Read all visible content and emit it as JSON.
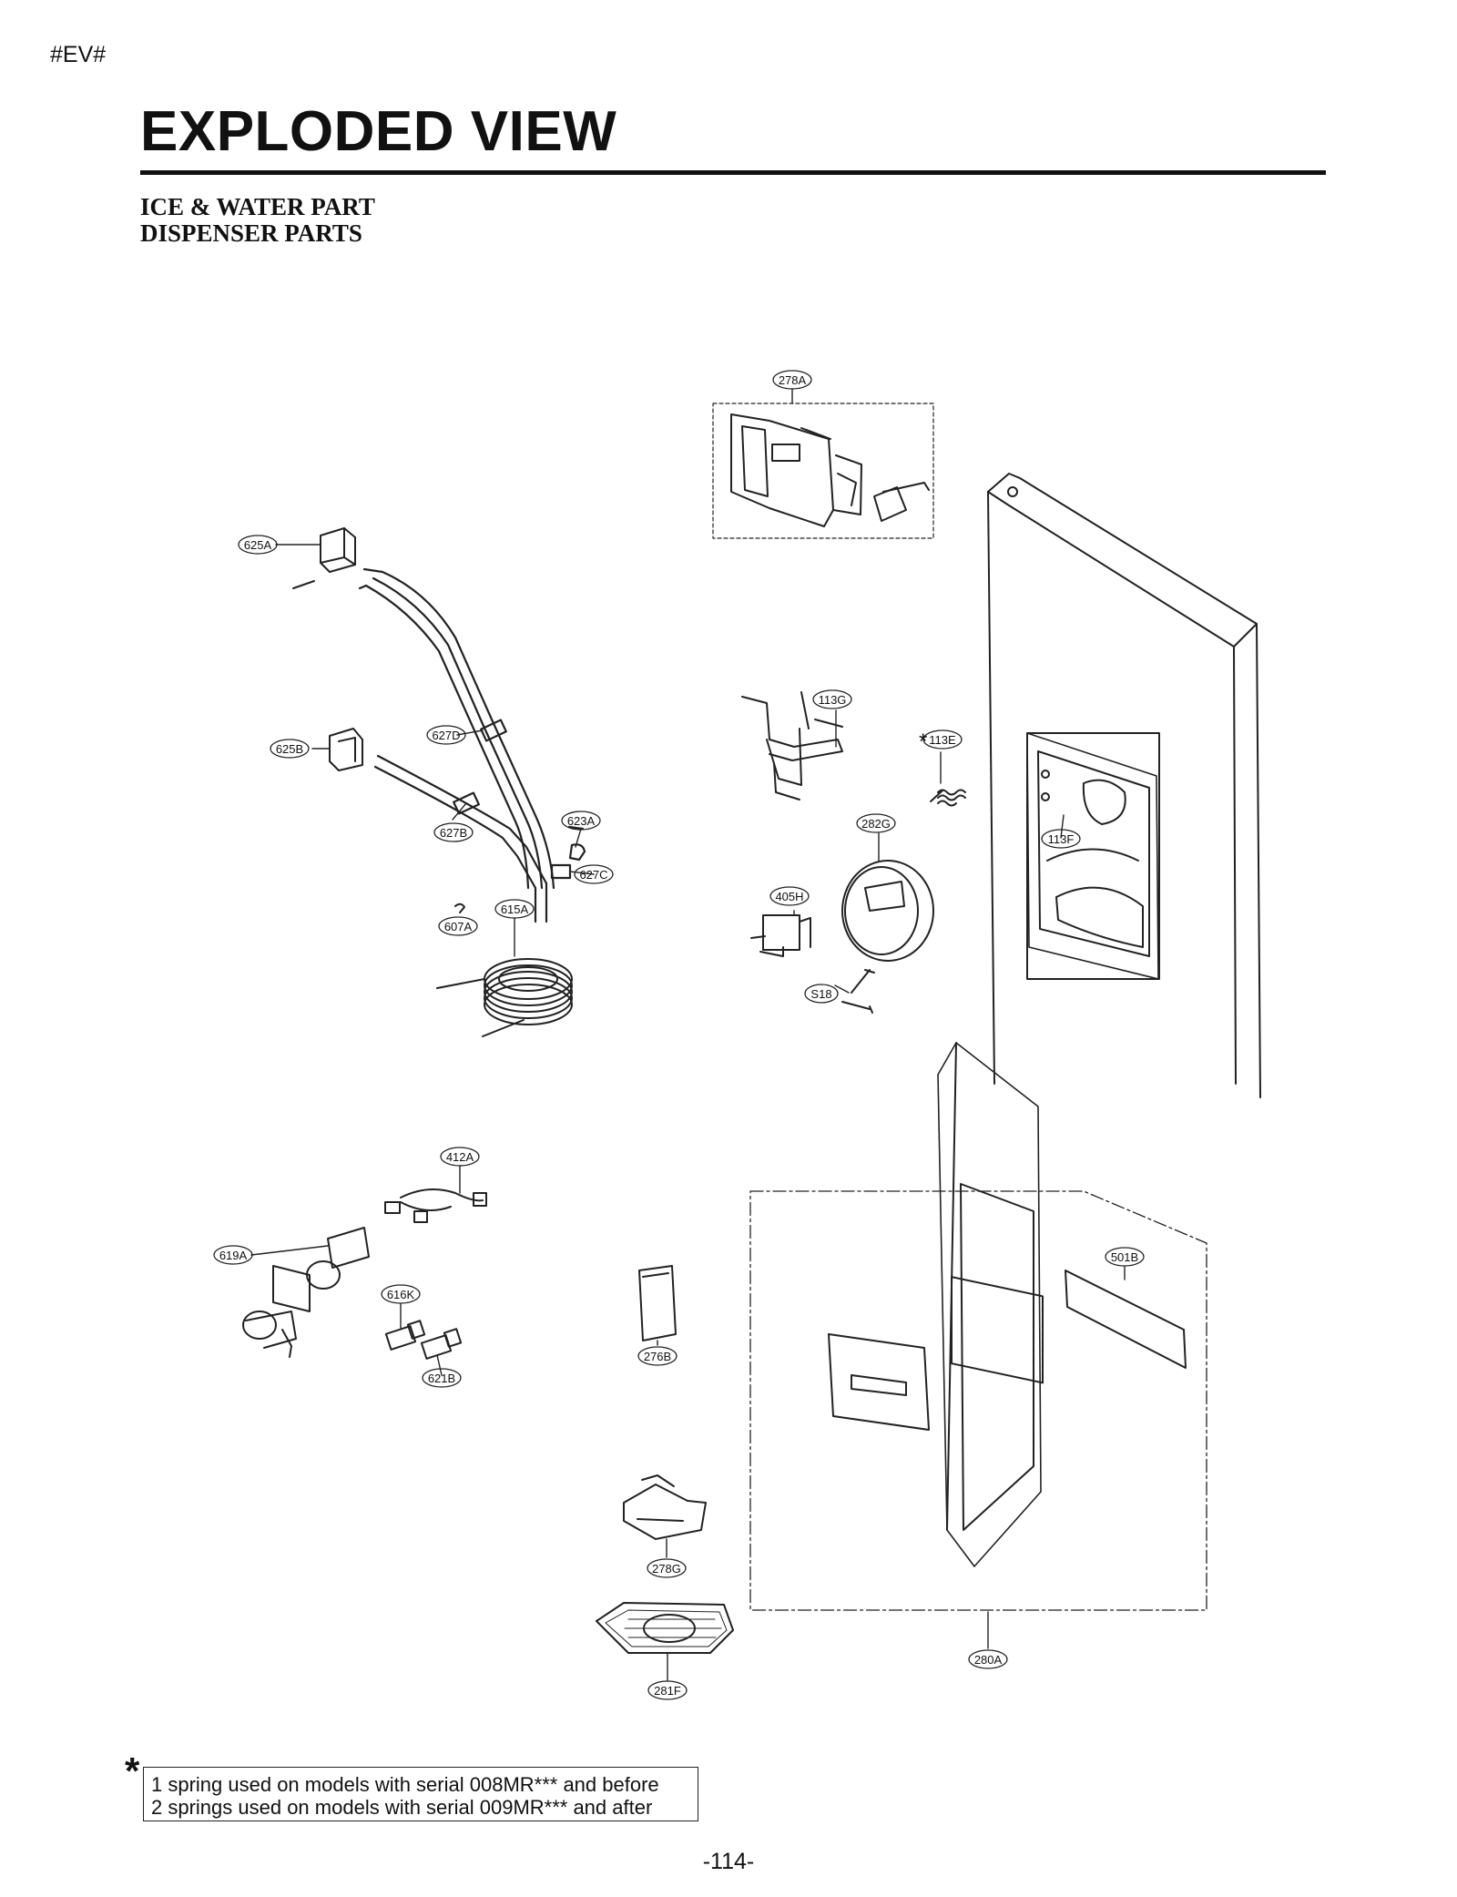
{
  "header": {
    "tag": "#EV#",
    "title": "EXPLODED VIEW",
    "subtitle_line1": "ICE & WATER PART",
    "subtitle_line2": "DISPENSER PARTS"
  },
  "callouts": [
    {
      "id": "278A"
    },
    {
      "id": "625A"
    },
    {
      "id": "627D"
    },
    {
      "id": "625B"
    },
    {
      "id": "627B"
    },
    {
      "id": "623A"
    },
    {
      "id": "627C"
    },
    {
      "id": "615A"
    },
    {
      "id": "607A"
    },
    {
      "id": "113G"
    },
    {
      "id": "113E"
    },
    {
      "id": "282G"
    },
    {
      "id": "113F"
    },
    {
      "id": "405H"
    },
    {
      "id": "S18"
    },
    {
      "id": "412A"
    },
    {
      "id": "619A"
    },
    {
      "id": "616K"
    },
    {
      "id": "621B"
    },
    {
      "id": "276B"
    },
    {
      "id": "501B"
    },
    {
      "id": "278G"
    },
    {
      "id": "281F"
    },
    {
      "id": "280A"
    }
  ],
  "asterisk_mark": "*",
  "footnote": {
    "mark": "*",
    "line1": "1 spring used on models with serial 008MR*** and before",
    "line2": "2 springs used on models with serial 009MR*** and after"
  },
  "page_number": "-114-"
}
